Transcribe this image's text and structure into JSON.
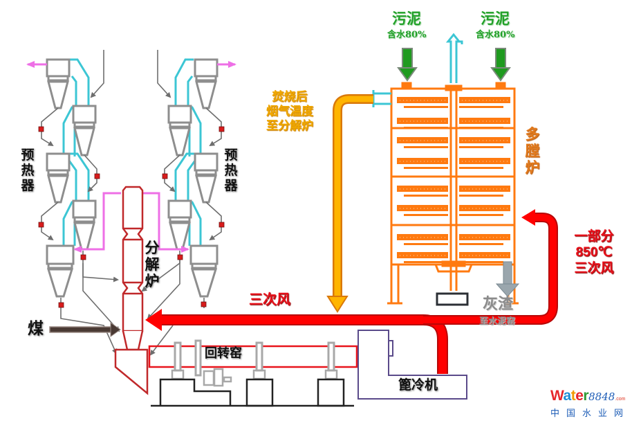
{
  "diagram": {
    "title": "污泥多膛炉焚烧与水泥窑协同处置工艺流程",
    "colors": {
      "preheater": "#8e8e8e",
      "gas_duct": "#3cc6d4",
      "hot_gas_line": "#ee6fe6",
      "calciner": "#c0282a",
      "kiln": "#e8141c",
      "tertiary_air": "#ff0000",
      "furnace": "#ff7a10",
      "flue_gas": "#ffb000",
      "sludge_arrow": "#1f9a1f",
      "cooler": "#5a4a8a",
      "coal_arrow": "#4a3a34"
    },
    "labels": {
      "sludge_left": "污泥",
      "sludge_left_moisture": "含水80%",
      "sludge_right": "污泥",
      "sludge_right_moisture": "含水80%",
      "flue_gas_note": [
        "焚烧后",
        "烟气温度",
        "至分解炉"
      ],
      "multi_hearth_furnace": "多膛炉",
      "partial_air_note": [
        "一部分",
        "850℃",
        "三次风"
      ],
      "ash": "灰渣",
      "ash_destination": "至水泥窑",
      "tertiary_air": "三次风",
      "preheater_left": "预热器",
      "preheater_right": "预热器",
      "calciner": "分解炉",
      "coal": "煤",
      "rotary_kiln": "回转窑",
      "grate_cooler": "篦冷机"
    },
    "watermark": {
      "brand_letters": [
        "W",
        "a",
        "t",
        "e",
        "r"
      ],
      "brand_letter_colors": [
        "#e6262b",
        "#1e8fd6",
        "#f19a00",
        "#e6262b",
        "#2f9b35"
      ],
      "number": "8848",
      "suffix": ".com",
      "chinese": "中国水业网"
    }
  }
}
